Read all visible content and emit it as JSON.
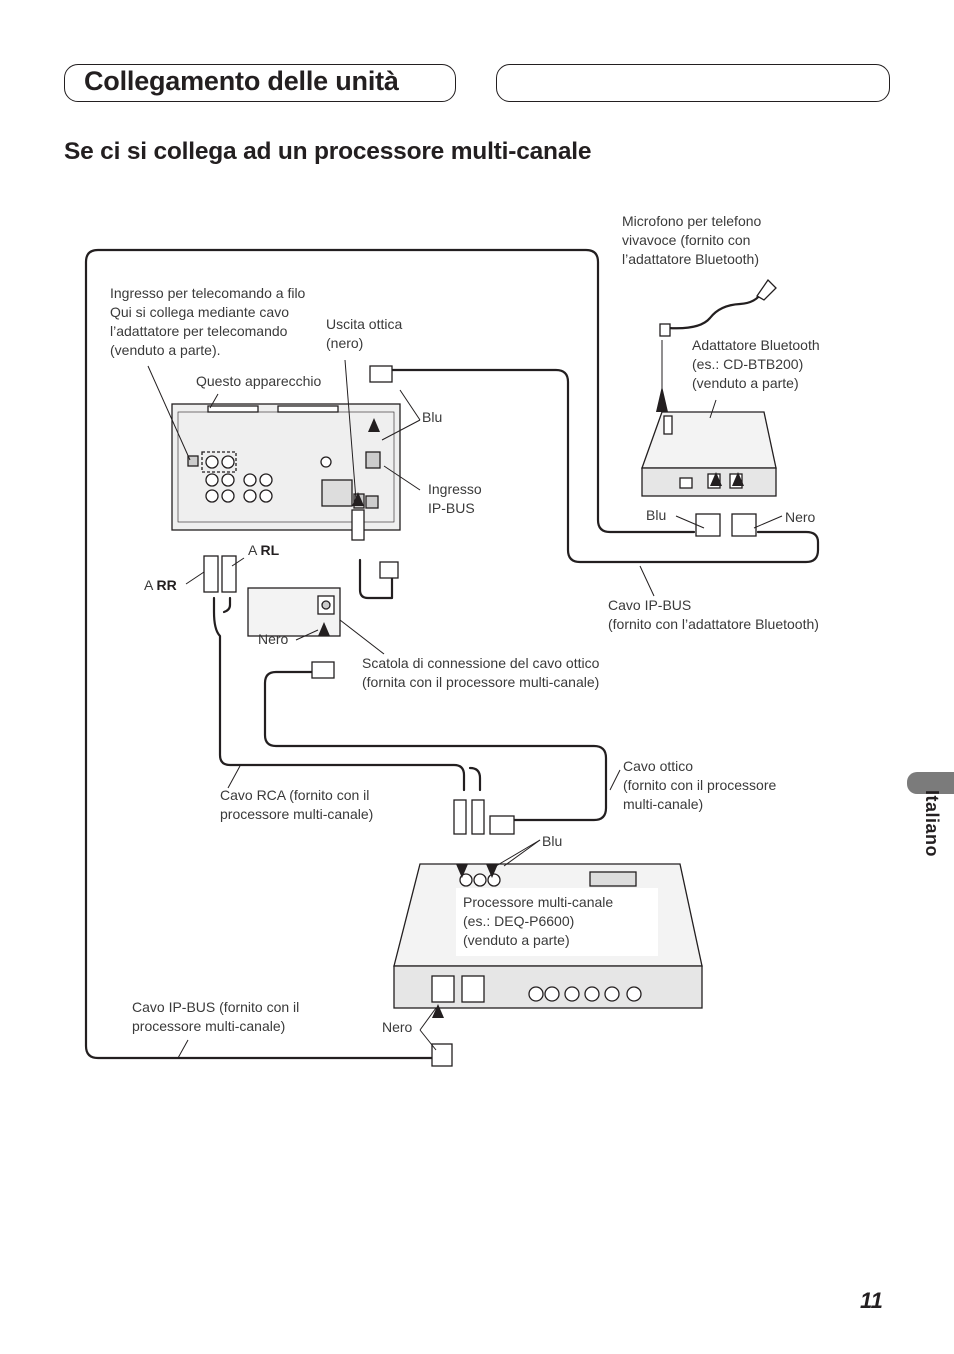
{
  "header": {
    "section_title": "Collegamento delle unità",
    "subheading": "Se ci si collega ad un processore multi-canale"
  },
  "diagram": {
    "labels": {
      "microfono": "Microfono per telefono\nvivavoce (fornito con\nl’adattatore Bluetooth)",
      "ingresso_telecomando": "Ingresso per telecomando a filo\nQui si collega mediante cavo\nl’adattatore per telecomando\n(venduto a parte).",
      "uscita_ottica": "Uscita ottica\n(nero)",
      "adattatore_bt": "Adattatore Bluetooth\n(es.: CD-BTB200)\n(venduto a parte)",
      "questo_apparecchio": "Questo apparecchio",
      "blu_top": "Blu",
      "ingresso_ipbus": "Ingresso\nIP-BUS",
      "blu_bt": "Blu",
      "nero_bt": "Nero",
      "a_rl_prefix": "A ",
      "a_rl": "RL",
      "a_rr_prefix": "A ",
      "a_rr": "RR",
      "nero_box": "Nero",
      "cavo_ipbus_bt": "Cavo IP-BUS\n(fornito con l’adattatore Bluetooth)",
      "scatola": "Scatola di connessione del cavo ottico\n(fornita con il processore multi-canale)",
      "cavo_ottico": "Cavo ottico\n(fornito con il  processore\nmulti-canale)",
      "cavo_rca": "Cavo RCA (fornito con il\nprocessore multi-canale)",
      "blu_proc": "Blu",
      "processore": "Processore multi-canale\n(es.: DEQ-P6600)\n(venduto a parte)",
      "cavo_ipbus_proc": "Cavo IP-BUS (fornito con il\nprocessore multi-canale)",
      "nero_proc": "Nero"
    }
  },
  "sidebar": {
    "language": "Italiano"
  },
  "footer": {
    "page_number": "11"
  },
  "colors": {
    "text": "#231f20",
    "tab": "#7b7b7b",
    "device_fill": "#eeeeee"
  }
}
